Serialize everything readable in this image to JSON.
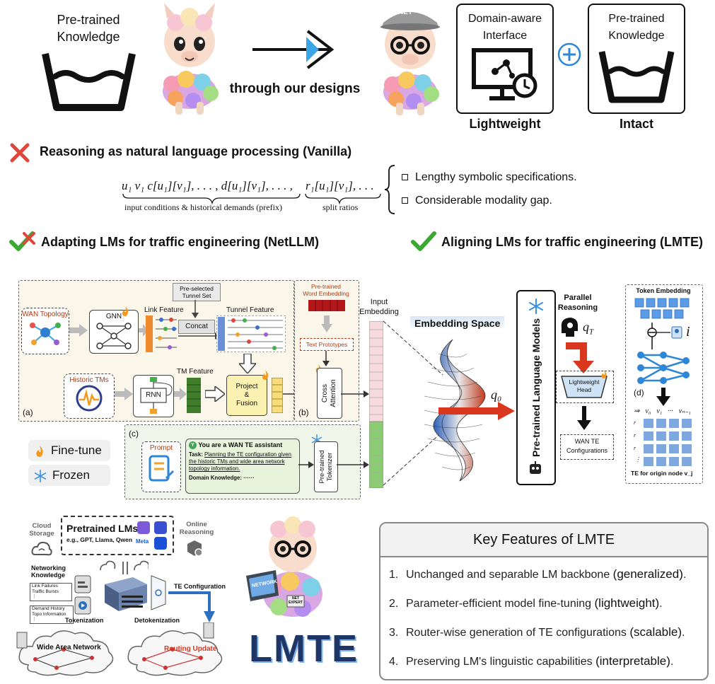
{
  "top": {
    "left_knowledge": [
      "Pre-trained",
      "Knowledge"
    ],
    "arrow_caption": "through our designs",
    "cap_text": "NET",
    "interface_box": [
      "Domain-aware",
      "Interface"
    ],
    "interface_caption": "Lightweight",
    "right_knowledge": [
      "Pre-trained",
      "Knowledge"
    ],
    "right_caption": "Intact"
  },
  "vanilla": {
    "heading": "Reasoning as natural language processing (Vanilla)",
    "formula_prefix": "u₁ v₁ c[u₁][v₁], . . . , d[u₁][v₁], . . . ,",
    "formula_split": "r₁[u₁][v₁], . . .",
    "brace_prefix_label": "input conditions & historical demands (prefix)",
    "brace_split_label": "split ratios",
    "bullets": [
      "Lengthy symbolic specifications.",
      "Considerable modality  gap."
    ]
  },
  "approaches": {
    "netllm": "Adapting LMs for traffic engineering (NetLLM)",
    "lmte": "Aligning LMs for traffic engineering (LMTE)"
  },
  "arch": {
    "wan_topology": "WAN Topology",
    "gnn": "GNN",
    "preselected": [
      "Pre-selected",
      "Tunnel Set"
    ],
    "link_feature": "Link Feature",
    "concat": "Concat",
    "tunnel_feature": "Tunnel Feature",
    "historic_tms": "Historic TMs",
    "rnn": "RNN",
    "tm_feature": "TM Feature",
    "project_fusion": [
      "Project",
      "&",
      "Fusion"
    ],
    "label_a": "(a)",
    "label_b": "(b)",
    "label_c": "(c)",
    "label_d": "(d)",
    "pretrained_word_embedding": [
      "Pre-trained",
      "Word Embedding"
    ],
    "text_prototypes": "Text Prototypes",
    "cross_attention": [
      "Cross",
      "Attention"
    ],
    "input_embedding": [
      "Input",
      "Embedding"
    ],
    "embedding_space": "Embedding Space",
    "q0": "q₀",
    "plm": "Pre-trained Language Models",
    "parallel_reasoning": [
      "Parallel",
      "Reasoning"
    ],
    "qT": "q_T",
    "lightweight_head": [
      "Lightweight",
      "Head"
    ],
    "wan_te_config": [
      "WAN TE",
      "Configurations"
    ],
    "token_embedding": "Token Embedding",
    "i": "i",
    "v_labels": [
      "v₀",
      "v₁",
      "···",
      "vₙ₋₁"
    ],
    "te_origin": "TE for origin node v_j",
    "prompt": "Prompt",
    "assistant": "You are a WAN TE assistant",
    "task_label": "Task:",
    "task_text": "Planning the TE configuration given the historic TMs and wide area network topology information.",
    "domain_knowledge": "Domain Knowledge: ······",
    "pretrained_tokenizer": [
      "Pre-trained",
      "Tokenizer"
    ],
    "legend_finetune": "Fine-tune",
    "legend_frozen": "Frozen"
  },
  "bottom": {
    "cloud_storage": [
      "Cloud",
      "Storage"
    ],
    "pretrained_lms": "Pretrained LMs",
    "lm_examples": "e.g., GPT, Llama, Qwen",
    "meta": "Meta",
    "online_reasoning": [
      "Online",
      "Reasoning"
    ],
    "networking_knowledge": [
      "Networking",
      "Knowledge"
    ],
    "link_failures": [
      "Link Failures",
      "Traffic Bursts",
      "⋮"
    ],
    "demand_history": [
      "Demand History",
      "Topo Information",
      "⋮"
    ],
    "tokenization": "Tokenization",
    "detokenization": "Detokenization",
    "te_configuration": "TE Configuration",
    "wide_area_network": "Wide Area Network",
    "routing_update": "Routing Update",
    "laptop_text": "NETWORK",
    "badge_text": [
      "NET",
      "EXPERT"
    ],
    "logo": "LMTE"
  },
  "key_features": {
    "title": "Key Features of LMTE",
    "items": [
      {
        "num": "1.",
        "text": "Unchanged and separable LM backbone ",
        "tag": "(generalized)",
        "end": "."
      },
      {
        "num": "2.",
        "text": "Parameter-efficient model fine-tuning ",
        "tag": "(lightweight)",
        "end": "."
      },
      {
        "num": "3.",
        "text": "Router-wise generation of TE configurations ",
        "tag": "(scalable)",
        "end": "."
      },
      {
        "num": "4.",
        "text": "Preserving LM's linguistic capabilities ",
        "tag": "(interpretable)",
        "end": "."
      }
    ]
  },
  "colors": {
    "check_green": "#3aa832",
    "cross_red": "#e0463a",
    "arrow_red": "#d9381e",
    "accent_blue": "#2c6fd1",
    "panel_gray": "#f2f2f2"
  }
}
